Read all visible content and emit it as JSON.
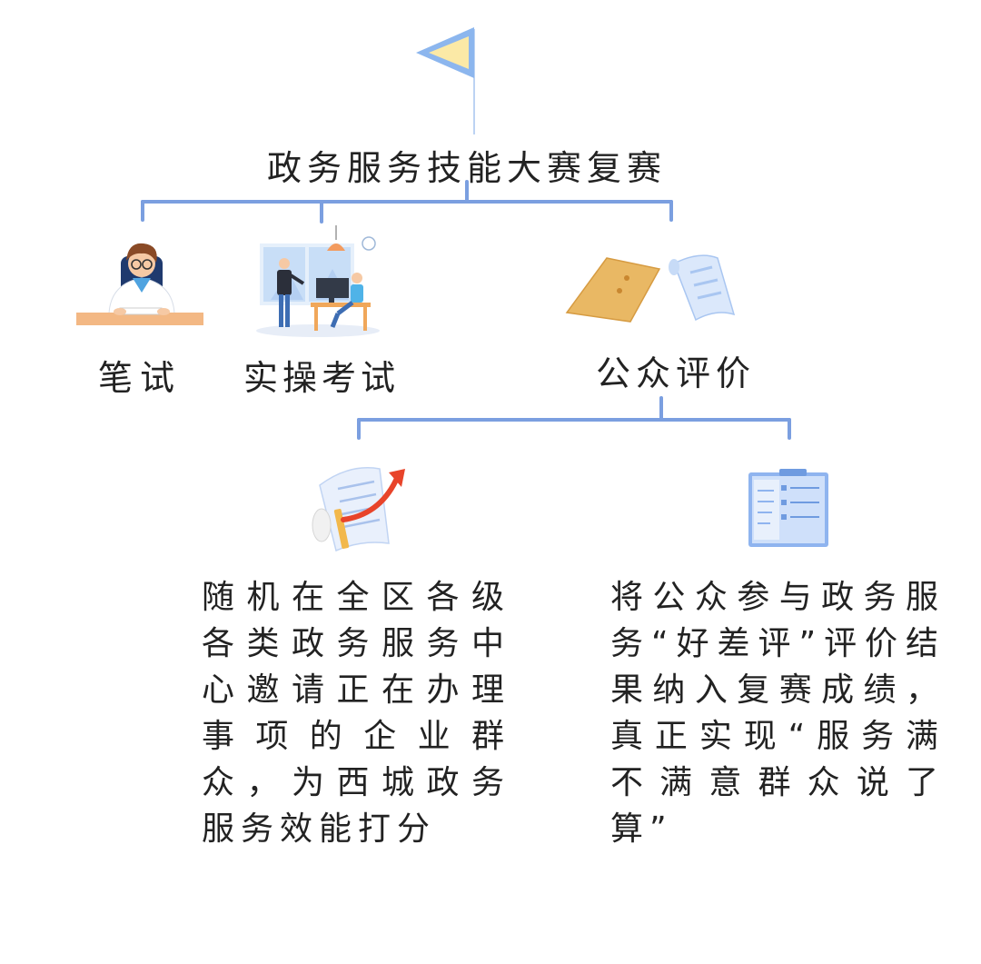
{
  "root": {
    "title": "政务服务技能大赛复赛"
  },
  "branches": [
    {
      "label": "笔试",
      "icon": "student-writing-icon"
    },
    {
      "label": "实操考试",
      "icon": "office-work-icon"
    },
    {
      "label": "公众评价",
      "icon": "envelope-scroll-icon"
    }
  ],
  "sub_branches": [
    {
      "icon": "document-arrow-icon",
      "text": "随机在全区各级各类政务服务中心邀请正在办理事项的企业群众，为西城政务服务效能打分"
    },
    {
      "icon": "clipboard-icon",
      "text": "将公众参与政务服务“好差评”评价结果纳入复赛成绩，真正实现“服务满不满意群众说了算”"
    }
  ],
  "colors": {
    "connector": "#7b9fe0",
    "flag_fill": "#fbe9a6",
    "flag_border": "#8cb6ee",
    "envelope": "#e9b864",
    "clipboard": "#8fb4ef",
    "arrow": "#e8442a",
    "text": "#222222"
  }
}
